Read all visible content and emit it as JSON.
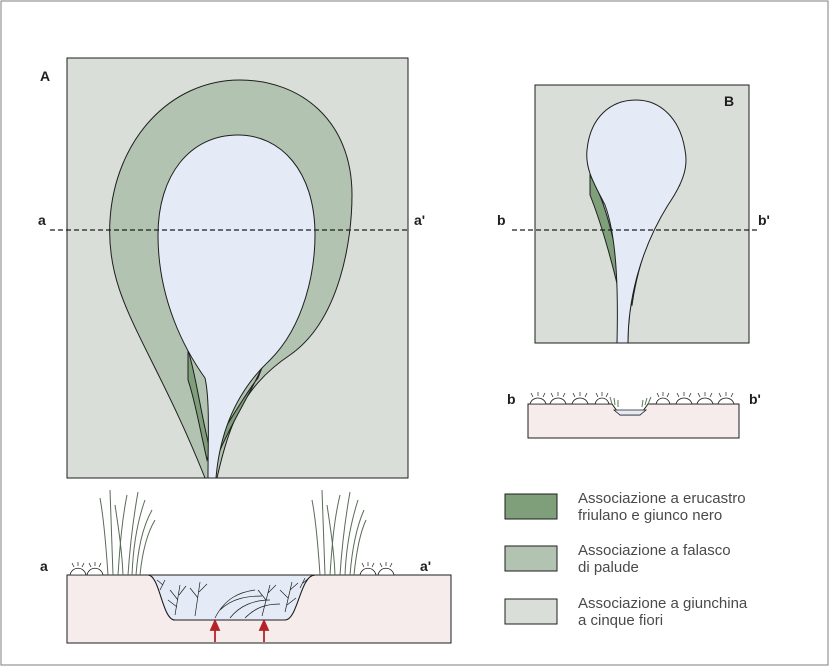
{
  "panels": {
    "a_label": "A",
    "b_label": "B"
  },
  "sections": {
    "a_left": "a",
    "a_right": "a'",
    "b_left": "b",
    "b_right": "b'"
  },
  "legend": [
    {
      "line1": "Associazione a erucastro",
      "line2": "friulano e giunco nero",
      "color": "#7f9e7a"
    },
    {
      "line1": "Associazione a falasco",
      "line2": "di palude",
      "color": "#b3c3b1"
    },
    {
      "line1": "Associazione a giunchina",
      "line2": "a cinque fiori",
      "color": "#d9ded8"
    }
  ],
  "colors": {
    "background_fill": "#d9ded8",
    "water_fill": "#e4ebf6",
    "ground_fill": "#f7ecec",
    "arrow": "#b3242a",
    "frame": "#7f7f7f"
  }
}
